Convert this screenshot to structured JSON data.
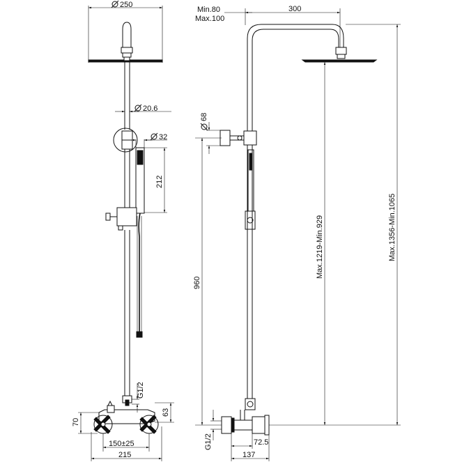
{
  "front_view": {
    "dim_head_diameter": "250",
    "dim_pipe_diameter": "20.6",
    "dim_handshower_diameter": "32",
    "dim_handshower_length": "212",
    "dim_connection_thread": "G1/2",
    "dim_mixer_height_left": "70",
    "dim_mixer_height_right": "63",
    "dim_inlet_centers": "150±25",
    "dim_overall_width": "215"
  },
  "side_view": {
    "dim_arm_min": "Min.80",
    "dim_arm_max": "Max.100",
    "dim_arm_reach": "300",
    "dim_bracket_diameter": "68",
    "dim_outlet_height": "960",
    "dim_head_height": "Max.1219-Min.929",
    "dim_total_height": "Max.1356-Min.1065",
    "dim_connection_thread": "G1/2",
    "dim_mixer_depth_short": "72.5",
    "dim_mixer_depth": "137"
  },
  "symbols": {
    "diameter": "Ø"
  }
}
